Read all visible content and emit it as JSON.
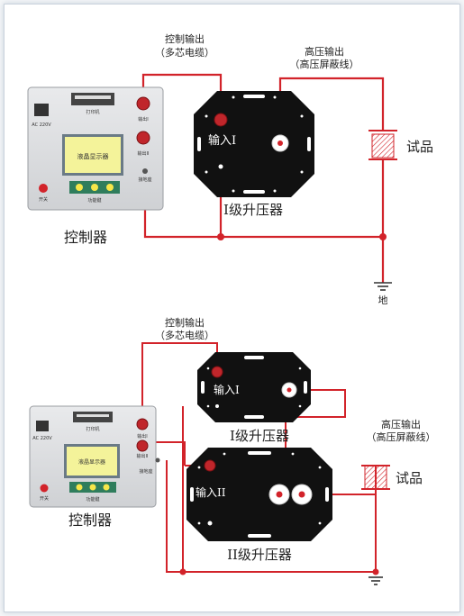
{
  "top": {
    "control_output_label": "控制输出",
    "control_output_sub": "（多芯电缆）",
    "hv_output_label": "高压输出",
    "hv_output_sub": "（高压屏蔽线）",
    "controller_label": "控制器",
    "transformer_label": "I级升压器",
    "input_label": "输入I",
    "sample_label": "试品",
    "ground_label": "地",
    "panel": {
      "ac": "AC 220V",
      "printer": "打印机",
      "display": "液晶显示器",
      "keys": "功能键",
      "switch": "开关",
      "out": "输出I",
      "out2": "输出II",
      "ground": "接地座"
    }
  },
  "bottom": {
    "control_output_label": "控制输出",
    "control_output_sub": "（多芯电缆）",
    "hv_output_label": "高压输出",
    "hv_output_sub": "（高压屏蔽线）",
    "controller_label": "控制器",
    "transformer1_label": "I级升压器",
    "transformer2_label": "II级升压器",
    "input1_label": "输入I",
    "input2_label": "输入II",
    "sample_label": "试品",
    "panel": {
      "ac": "AC 220V",
      "printer": "打印机",
      "display": "液晶显示器",
      "keys": "功能键",
      "switch": "开关",
      "out": "输出I",
      "out2": "输出II",
      "ground": "接地座"
    }
  },
  "colors": {
    "wire": "#d2232a",
    "device": "#111111",
    "ground": "#333333"
  }
}
